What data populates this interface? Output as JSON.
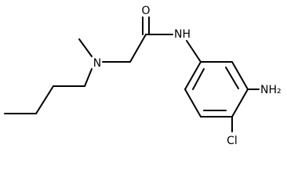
{
  "molecule": {
    "atoms": {
      "oxygen": "O",
      "amide_nitrogen": "NH",
      "amine_nitrogen": "N",
      "amino_group": "NH₂",
      "chlorine": "Cl"
    },
    "colors": {
      "line": "#000000",
      "background": "#ffffff"
    }
  }
}
